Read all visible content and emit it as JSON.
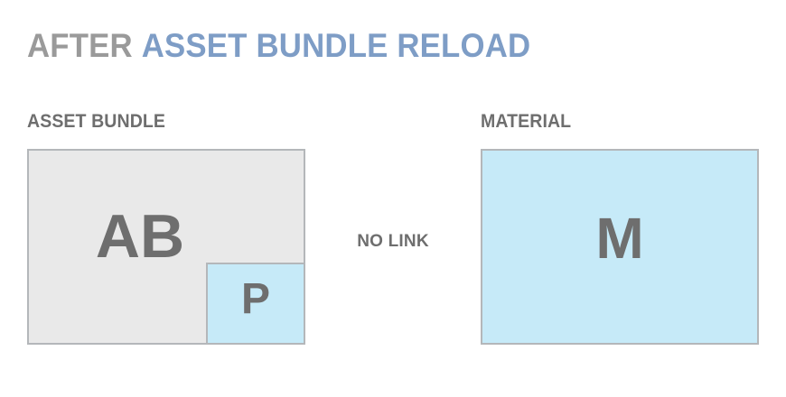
{
  "title": {
    "lead": "AFTER",
    "emphasis": "ASSET BUNDLE RELOAD",
    "lead_color": "#9a9a9a",
    "emphasis_color": "#7e9dc6"
  },
  "sections": {
    "left_heading": "ASSET BUNDLE",
    "right_heading": "MATERIAL"
  },
  "boxes": {
    "bundle": {
      "label": "AB",
      "fill": "#e9e9e9",
      "border": "#b4b7ba"
    },
    "part": {
      "label": "P",
      "fill": "#c6eaf8",
      "border": "#b4b7ba"
    },
    "material": {
      "label": "M",
      "fill": "#c6eaf8",
      "border": "#b4b7ba"
    }
  },
  "connector": {
    "label": "NO LINK",
    "color": "#6e6e6e"
  }
}
